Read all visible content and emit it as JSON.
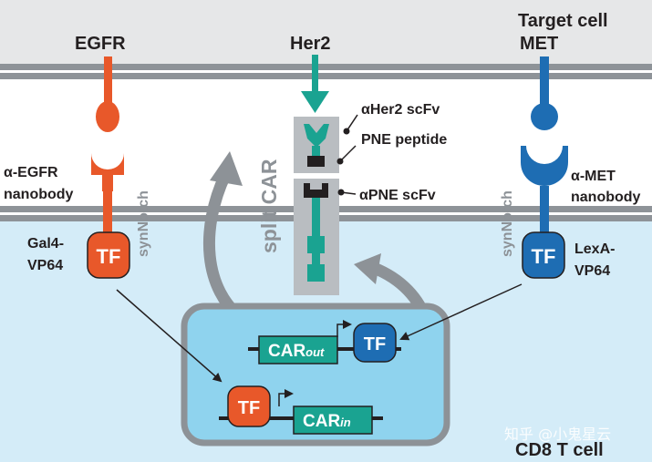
{
  "labels": {
    "target_cell": "Target cell",
    "egfr": "EGFR",
    "her2": "Her2",
    "met": "MET",
    "alpha_her2_scfv": "αHer2 scFv",
    "pne_peptide": "PNE peptide",
    "alpha_pne_scfv": "αPNE scFv",
    "split_car": "split CAR",
    "alpha_egfr_1": "α-EGFR",
    "alpha_egfr_2": "nanobody",
    "alpha_met_1": "α-MET",
    "alpha_met_2": "nanobody",
    "synnotch_left": "synNotch",
    "synnotch_right": "synNotch",
    "gal4_1": "Gal4-",
    "gal4_2": "VP64",
    "lexa_1": "LexA-",
    "lexa_2": "VP64",
    "tf": "TF",
    "car_out_main": "CAR",
    "car_out_sub": "out",
    "car_in_main": "CAR",
    "car_in_sub": "in",
    "cd8_t_cell": "CD8 T cell",
    "watermark": "知乎 @小鬼星云"
  },
  "colors": {
    "egfr_orange": "#e8582a",
    "her2_teal": "#1aa391",
    "met_blue": "#1e6db3",
    "t_cell_bg": "#d4ecf8",
    "target_bg": "#e6e7e8",
    "membrane": "#8e9398"
  }
}
